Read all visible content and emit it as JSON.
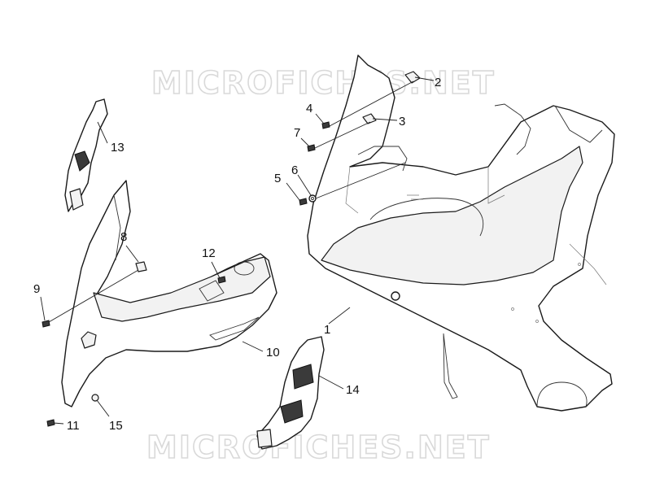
{
  "watermark": {
    "top_text": "MICROFICHES.NET",
    "bottom_text": "MICROFICHES.NET"
  },
  "callouts": [
    {
      "id": "1",
      "label": "1"
    },
    {
      "id": "2",
      "label": "2"
    },
    {
      "id": "3",
      "label": "3"
    },
    {
      "id": "4",
      "label": "4"
    },
    {
      "id": "5",
      "label": "5"
    },
    {
      "id": "6",
      "label": "6"
    },
    {
      "id": "7",
      "label": "7"
    },
    {
      "id": "8",
      "label": "8"
    },
    {
      "id": "9",
      "label": "9"
    },
    {
      "id": "10",
      "label": "10"
    },
    {
      "id": "11",
      "label": "11"
    },
    {
      "id": "12",
      "label": "12"
    },
    {
      "id": "13",
      "label": "13"
    },
    {
      "id": "14",
      "label": "14"
    },
    {
      "id": "15",
      "label": "15"
    }
  ]
}
